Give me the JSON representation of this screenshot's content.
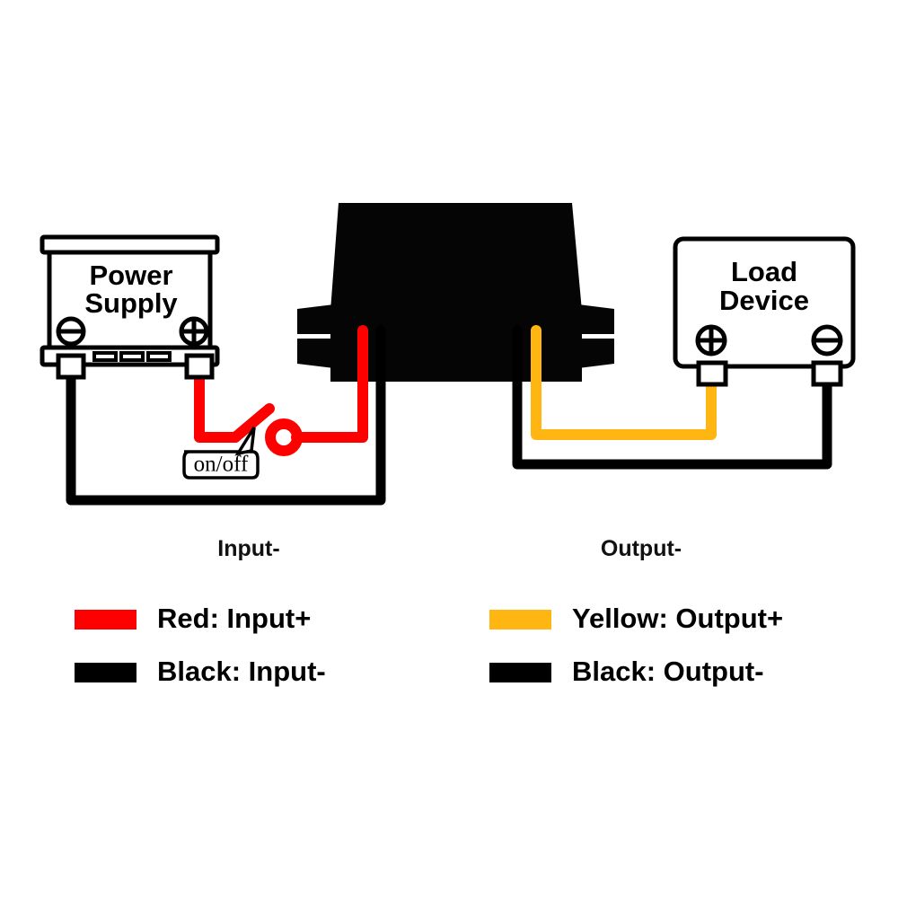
{
  "diagram": {
    "title_present": false,
    "source_device": {
      "name": "power-supply",
      "label_line1": "Power",
      "label_line2": "Supply",
      "terminals": [
        {
          "name": "negative",
          "symbol": "minus",
          "side": "left"
        },
        {
          "name": "positive",
          "symbol": "plus",
          "side": "right"
        }
      ]
    },
    "converter": {
      "name": "dc-dc-converter-module",
      "label": "",
      "body_color": "#050505",
      "input_wires": [
        "red",
        "black"
      ],
      "output_wires": [
        "black",
        "yellow"
      ]
    },
    "load_device": {
      "name": "load-device",
      "label_line1": "Load",
      "label_line2": "Device",
      "terminals": [
        {
          "name": "positive",
          "symbol": "plus",
          "side": "left"
        },
        {
          "name": "negative",
          "symbol": "minus",
          "side": "right"
        }
      ]
    },
    "switch": {
      "name": "on-off-switch",
      "label": "on/off"
    },
    "port_labels": {
      "input_negative": "Input-",
      "output_negative": "Output-"
    }
  },
  "legend": {
    "columns": [
      {
        "name": "input-legend",
        "rows": [
          {
            "swatch_color": "#FF0000",
            "color_name": "red",
            "label": "Red: Input+"
          },
          {
            "swatch_color": "#000000",
            "color_name": "black",
            "label": "Black: Input-"
          }
        ]
      },
      {
        "name": "output-legend",
        "rows": [
          {
            "swatch_color": "#FFB612",
            "color_name": "yellow",
            "label": "Yellow: Output+"
          },
          {
            "swatch_color": "#000000",
            "color_name": "black",
            "label": "Black: Output-"
          }
        ]
      }
    ]
  },
  "colors": {
    "red": "#FF0000",
    "yellow": "#FFB612",
    "black": "#000000",
    "white": "#FFFFFF",
    "module_body": "#050505"
  }
}
